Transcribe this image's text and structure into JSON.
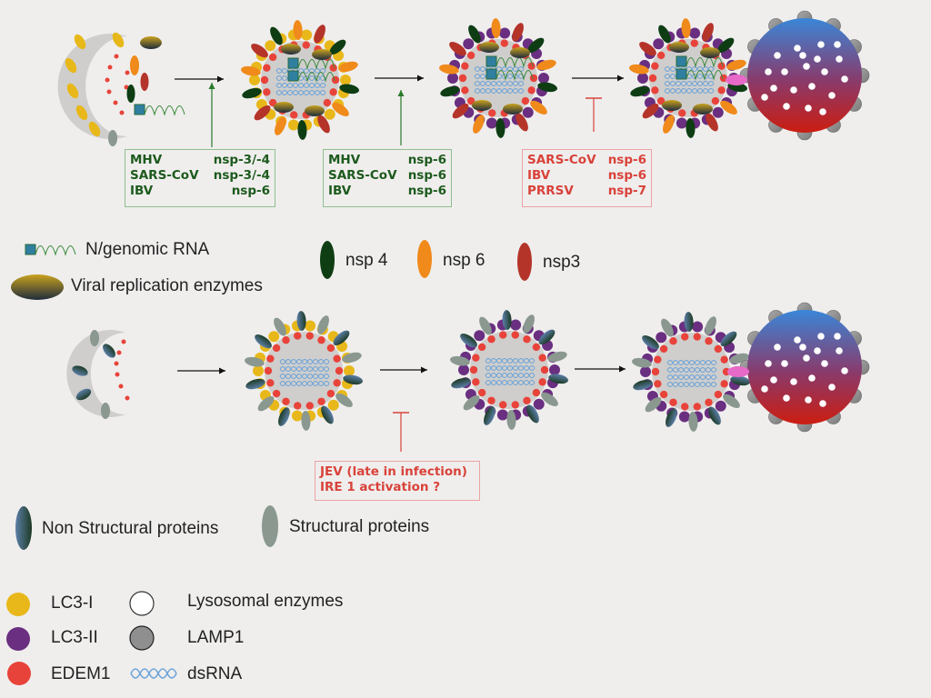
{
  "boxes": {
    "box1": {
      "rows": [
        [
          "MHV",
          "nsp-3/-4"
        ],
        [
          "SARS-CoV",
          "nsp-3/-4"
        ],
        [
          "IBV",
          "nsp-6"
        ]
      ]
    },
    "box2": {
      "rows": [
        [
          "MHV",
          "nsp-6"
        ],
        [
          "SARS-CoV",
          "nsp-6"
        ],
        [
          "IBV",
          "nsp-6"
        ]
      ]
    },
    "box3": {
      "rows": [
        [
          "SARS-CoV",
          "nsp-6"
        ],
        [
          "IBV",
          "nsp-6"
        ],
        [
          "PRRSV",
          "nsp-7"
        ]
      ]
    },
    "box4": {
      "rows": [
        [
          "JEV (late in infection)"
        ],
        [
          "IRE 1 activation ?"
        ]
      ]
    }
  },
  "legend": {
    "genomic_rna": "N/genomic RNA",
    "replication_enzymes": "Viral replication enzymes",
    "nsp4": "nsp 4",
    "nsp6": "nsp 6",
    "nsp3": "nsp3",
    "non_structural": "Non Structural proteins",
    "structural": "Structural proteins",
    "lc3i": "LC3-I",
    "lc3ii": "LC3-II",
    "edem1": "EDEM1",
    "lysosomal_enzymes": "Lysosomal enzymes",
    "lamp1": "LAMP1",
    "dsrna": "dsRNA"
  },
  "colors": {
    "lc3i": "#e8b81a",
    "lc3ii": "#6a2f80",
    "edem1": "#e8433a",
    "nsp4": "#0e3d14",
    "nsp6": "#f08a1a",
    "nsp3": "#b5342a",
    "vesicle_fill": "#cfcecd",
    "dsrna": "#6ea4d8",
    "genomic_rna": "#3a8a3a",
    "activation_arrow": "#2a7a2a",
    "inhibition_arrow": "#d9423a",
    "lamp1": "#8f8f8f",
    "structural": "#8a9890",
    "lysosome_top": "#3a86d8",
    "lysosome_bottom": "#cc1d10"
  },
  "icons": [
    "genomic-rna-icon",
    "replication-enzyme-icon",
    "nsp4-icon",
    "nsp6-icon",
    "nsp3-icon",
    "non-structural-protein-icon",
    "structural-protein-icon",
    "lc3-i-icon",
    "lc3-ii-icon",
    "edem1-icon",
    "lysosomal-enzyme-icon",
    "lamp1-icon",
    "dsrna-icon"
  ]
}
